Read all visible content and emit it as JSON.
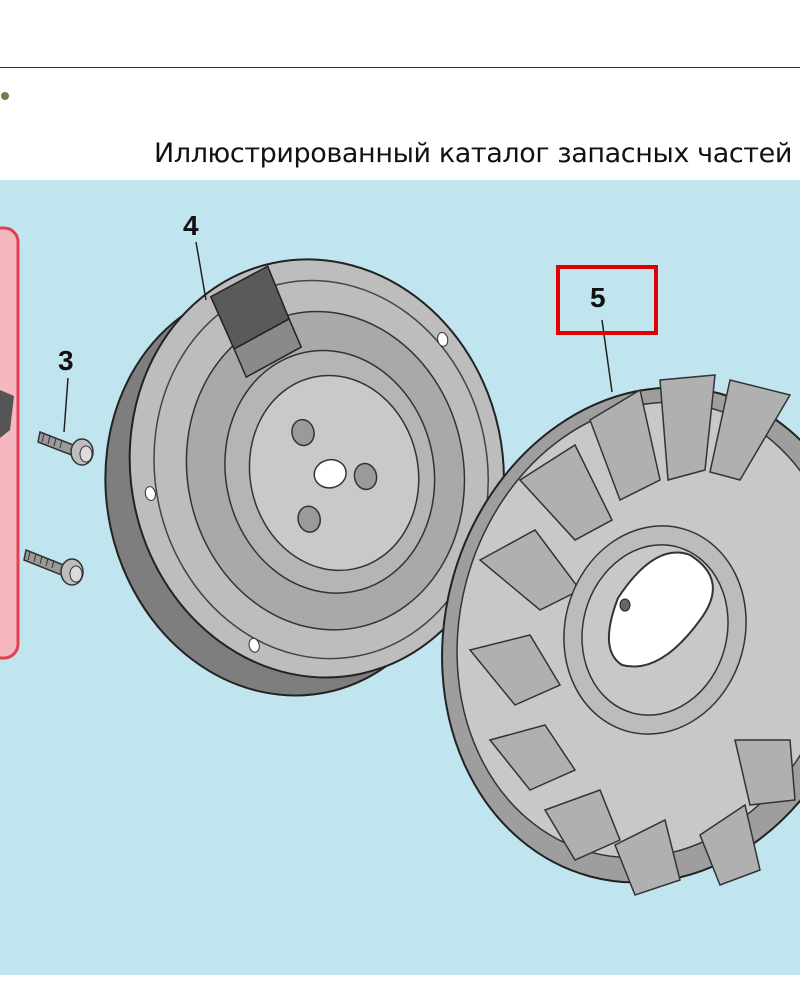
{
  "header": {
    "title": "Иллюстрированный каталог запасных частей"
  },
  "callouts": {
    "bolt": "3",
    "flywheel": "4",
    "fan": "5"
  },
  "colors": {
    "background": "#c1e5ef",
    "highlight": "#e00000",
    "side_panel": "#f5b8c0"
  }
}
